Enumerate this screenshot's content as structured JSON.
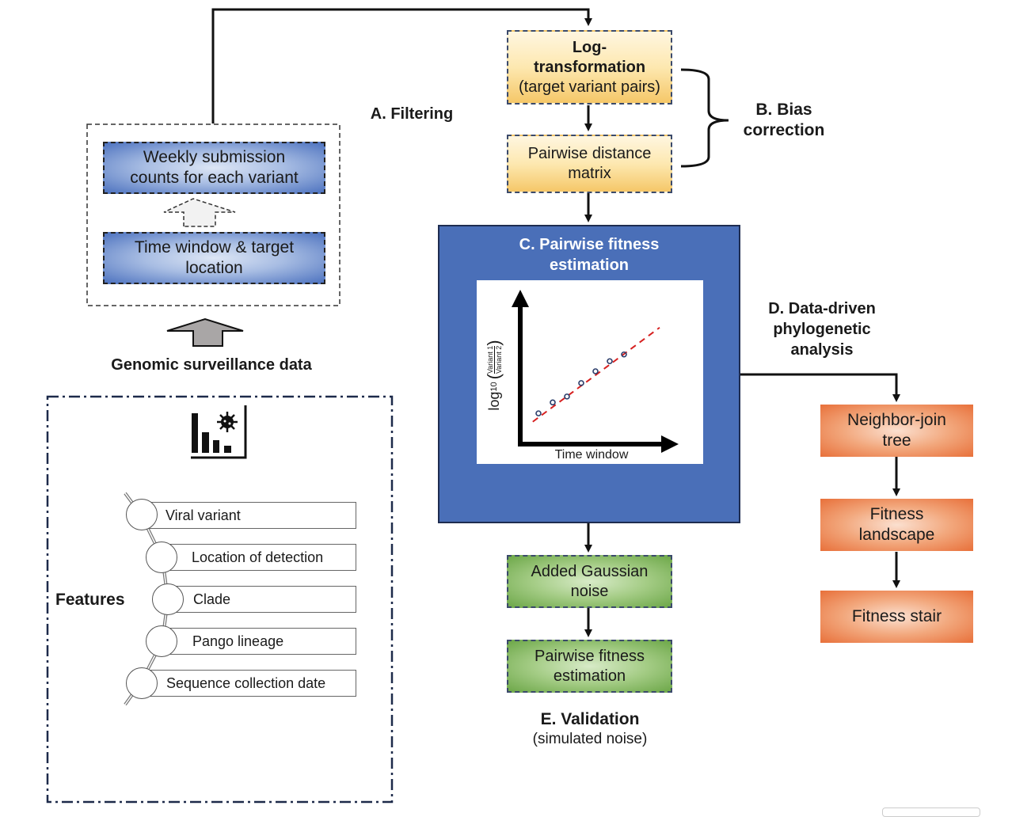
{
  "sections": {
    "a": {
      "label": "A. Filtering"
    },
    "b": {
      "label_line1": "B. Bias",
      "label_line2": "correction"
    },
    "c": {
      "title_line1": "C. Pairwise fitness",
      "title_line2": "estimation"
    },
    "d": {
      "label_line1": "D. Data-driven",
      "label_line2": "phylogenetic",
      "label_line3": "analysis"
    },
    "e": {
      "label": "E. Validation",
      "sublabel": "(simulated noise)"
    }
  },
  "filtering": {
    "weekly_line1": "Weekly submission",
    "weekly_line2": "counts for each variant",
    "time_line1": "Time window & target",
    "time_line2": "location"
  },
  "source": {
    "label": "Genomic surveillance data"
  },
  "features": {
    "label": "Features",
    "items": [
      "Viral variant",
      "Location of detection",
      "Clade",
      "Pango lineage",
      "Sequence collection date"
    ]
  },
  "bias": {
    "log_line1": "Log-",
    "log_line2": "transformation",
    "log_line3": "(target variant pairs)",
    "dist_line1": "Pairwise distance",
    "dist_line2": "matrix"
  },
  "validation": {
    "noise_line1": "Added Gaussian",
    "noise_line2": "noise",
    "est_line1": "Pairwise fitness",
    "est_line2": "estimation"
  },
  "phylo": {
    "nj_line1": "Neighbor-join",
    "nj_line2": "tree",
    "land_line1": "Fitness",
    "land_line2": "landscape",
    "stair": "Fitness stair"
  },
  "chart_data": {
    "type": "scatter",
    "title": "",
    "xlabel": "Time window",
    "ylabel_prefix": "log",
    "ylabel_sub": "10",
    "ylabel_num": "Variant 1",
    "ylabel_den": "Variant 2",
    "points": [
      [
        1,
        1.0
      ],
      [
        2,
        2.3
      ],
      [
        3,
        3.0
      ],
      [
        4,
        4.6
      ],
      [
        5,
        6.0
      ],
      [
        6,
        7.2
      ],
      [
        7,
        8.0
      ]
    ],
    "fit_line": {
      "x": [
        0.6,
        9.5
      ],
      "y": [
        0.0,
        11.2
      ],
      "style": "dashed",
      "color": "#d62020"
    },
    "xlim": [
      0,
      10
    ],
    "ylim": [
      -2,
      14
    ],
    "grid": false,
    "ticks": false
  },
  "colors": {
    "section_c_bg": "#4a6fb8",
    "blue_box": "#4f74c0",
    "yellow_box": "#f5c768",
    "green_box": "#6ea84a",
    "orange_box": "#e8703a",
    "fit_line": "#d62020",
    "marker": "#2b3d6b"
  }
}
